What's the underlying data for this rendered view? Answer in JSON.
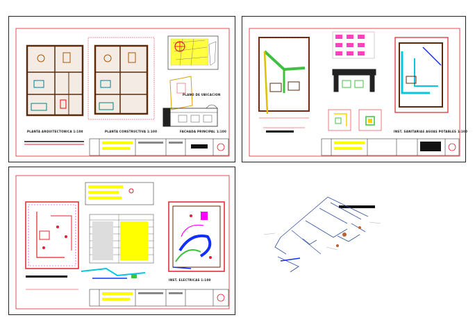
{
  "sheets": [
    {
      "id": "sheet-1",
      "captions": {
        "arquitectonica": "PLANTA ARQUITECTONICA 1:100",
        "constructiva": "PLANTA CONSTRUCTIVA 1:100",
        "fachada": "FACHADA PRINCIPAL 1:100",
        "ubicacion": "PLANO DE UBICACION"
      }
    },
    {
      "id": "sheet-2",
      "captions": {
        "sanitarias": "INST. SANITARIAS AGUAS POTABLES 1:100"
      }
    },
    {
      "id": "sheet-3",
      "captions": {
        "electricas": "INST. ELECTRICAS 1:100"
      }
    }
  ],
  "colors": {
    "frame": "#222222",
    "inner_border": "#e0202a",
    "wall": "#5a2a0a",
    "title_block_yellow": "#ffff00",
    "pipe_cyan": "#00c8e0",
    "pipe_green": "#40c040",
    "electric_blue": "#1030ff",
    "electric_magenta": "#ff00ff",
    "isometric_blue": "#3050a0"
  }
}
